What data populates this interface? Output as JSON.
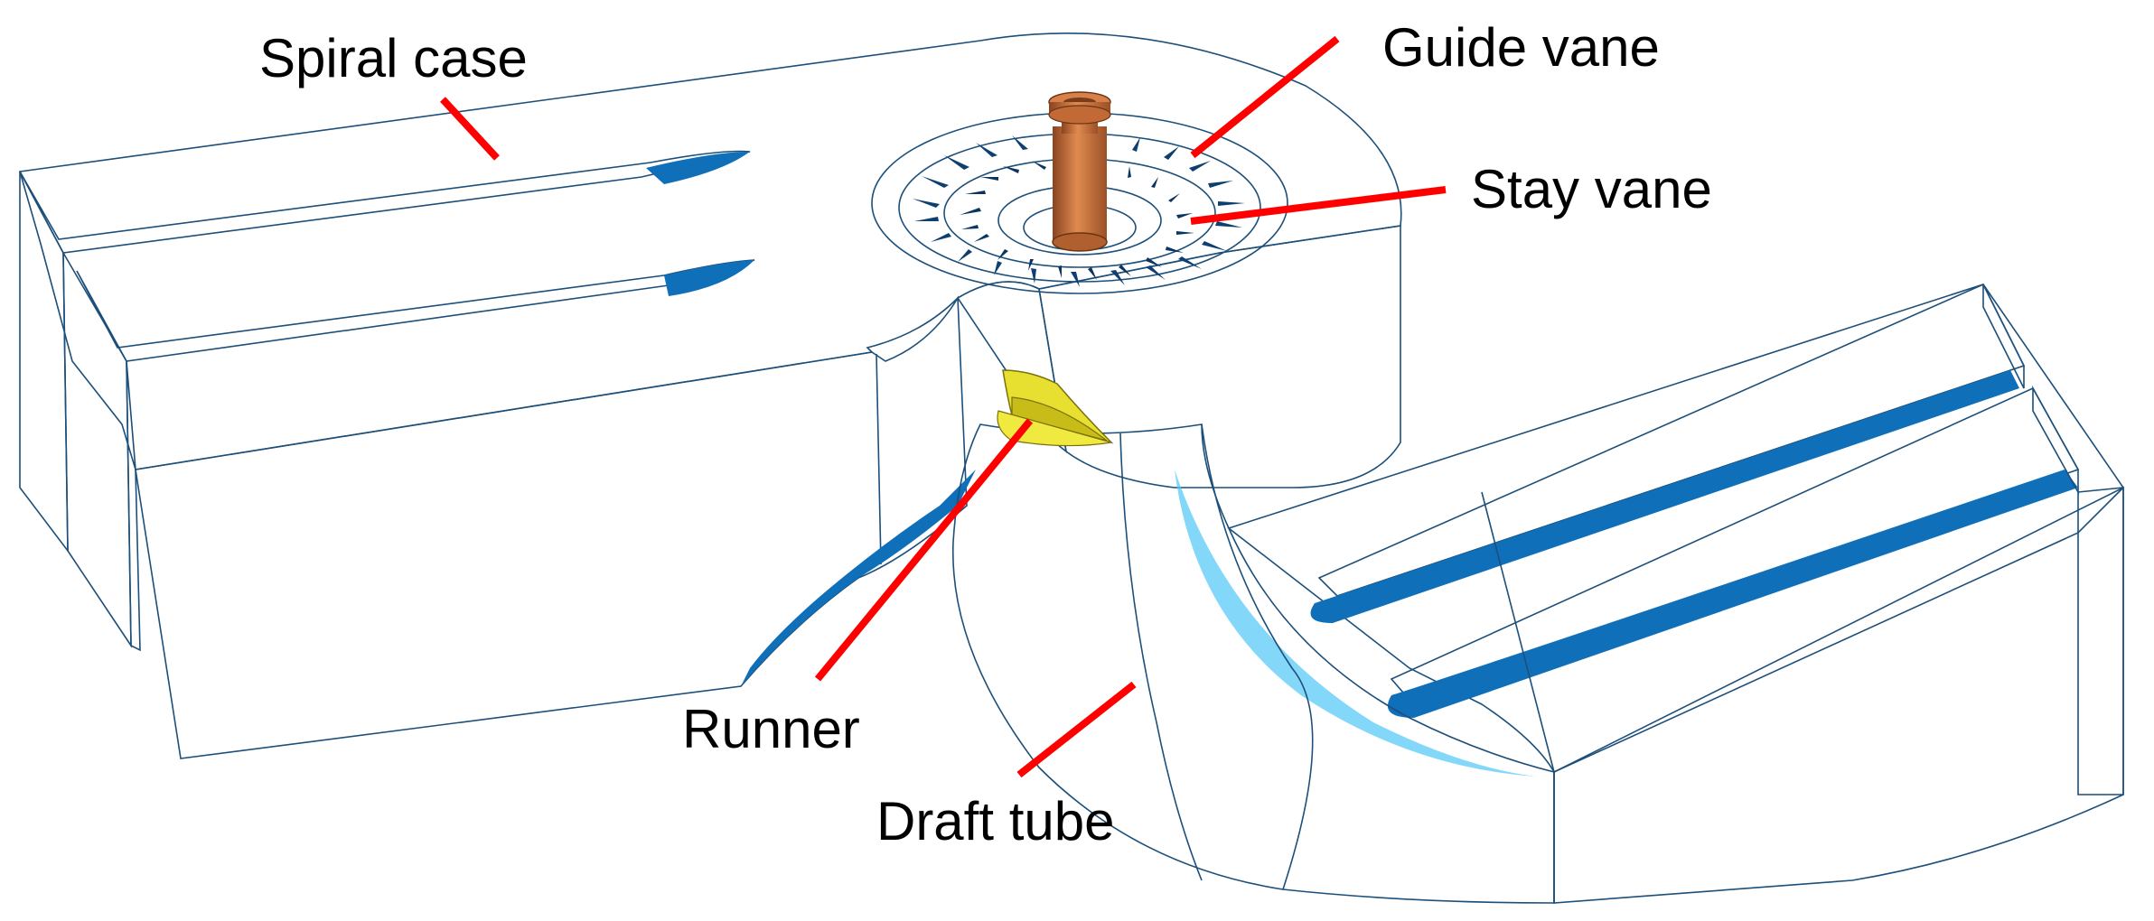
{
  "figure": {
    "colors": {
      "background": "#ffffff",
      "model_top": "#1ec4f8",
      "model_side": "#1780cc",
      "model_side_dark": "#0f6fb8",
      "model_edge": "#1c4f7a",
      "runner": "#e8e030",
      "runner_dark": "#a89c10",
      "shaft": "#d0703a",
      "shaft_dark": "#8a4420",
      "leader_line": "#ff0000",
      "label_text": "#000000"
    },
    "labels": {
      "spiral_case": "Spiral case",
      "guide_vane": "Guide vane",
      "stay_vane": "Stay vane",
      "runner": "Runner",
      "draft_tube": "Draft tube"
    }
  }
}
